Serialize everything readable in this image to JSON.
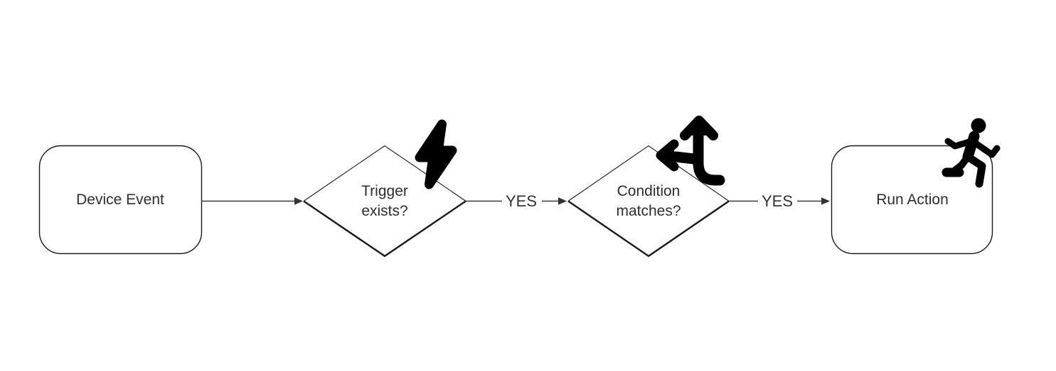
{
  "diagram": {
    "type": "flowchart",
    "background_color": "#ffffff",
    "shape_stroke_color": "#1a1a1a",
    "connector_color": "#333333",
    "text_color": "#2e2e2e",
    "icon_color": "#000000",
    "nodes": [
      {
        "id": "device-event",
        "shape": "rounded-rectangle",
        "label": "Device Event",
        "icon": ""
      },
      {
        "id": "trigger-exists",
        "shape": "diamond",
        "label": "Trigger exists?",
        "icon": "lightning-bolt-icon"
      },
      {
        "id": "condition-matches",
        "shape": "diamond",
        "label": "Condition matches?",
        "icon": "split-directions-icon"
      },
      {
        "id": "run-action",
        "shape": "rounded-rectangle",
        "label": "Run Action",
        "icon": "running-person-icon"
      }
    ],
    "edges": [
      {
        "from": "device-event",
        "to": "trigger-exists",
        "label": ""
      },
      {
        "from": "trigger-exists",
        "to": "condition-matches",
        "label": "YES"
      },
      {
        "from": "condition-matches",
        "to": "run-action",
        "label": "YES"
      }
    ]
  }
}
